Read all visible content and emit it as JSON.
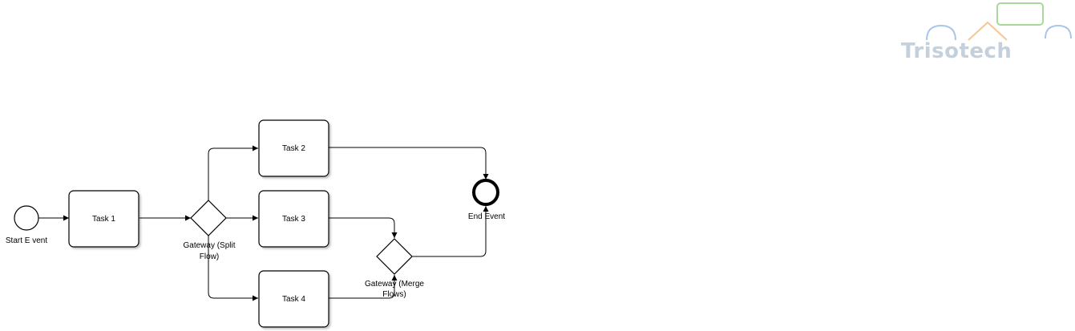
{
  "logo": {
    "text": "Trisotech",
    "colors": {
      "text": "#c4d0dc",
      "green": "#a8d89a",
      "orange": "#f5c890",
      "blue": "#a9c6e8"
    }
  },
  "diagram": {
    "start_event": {
      "label": "Start E vent"
    },
    "end_event": {
      "label": "End Event"
    },
    "tasks": [
      {
        "label": "Task 1"
      },
      {
        "label": "Task 2"
      },
      {
        "label": "Task 3"
      },
      {
        "label": "Task 4"
      }
    ],
    "split_gateway": {
      "label_lines": [
        "Gateway  (Split",
        "Flow)"
      ]
    },
    "merge_gateway": {
      "label_lines": [
        "Gateway  (Merge",
        "Flows)"
      ]
    }
  }
}
